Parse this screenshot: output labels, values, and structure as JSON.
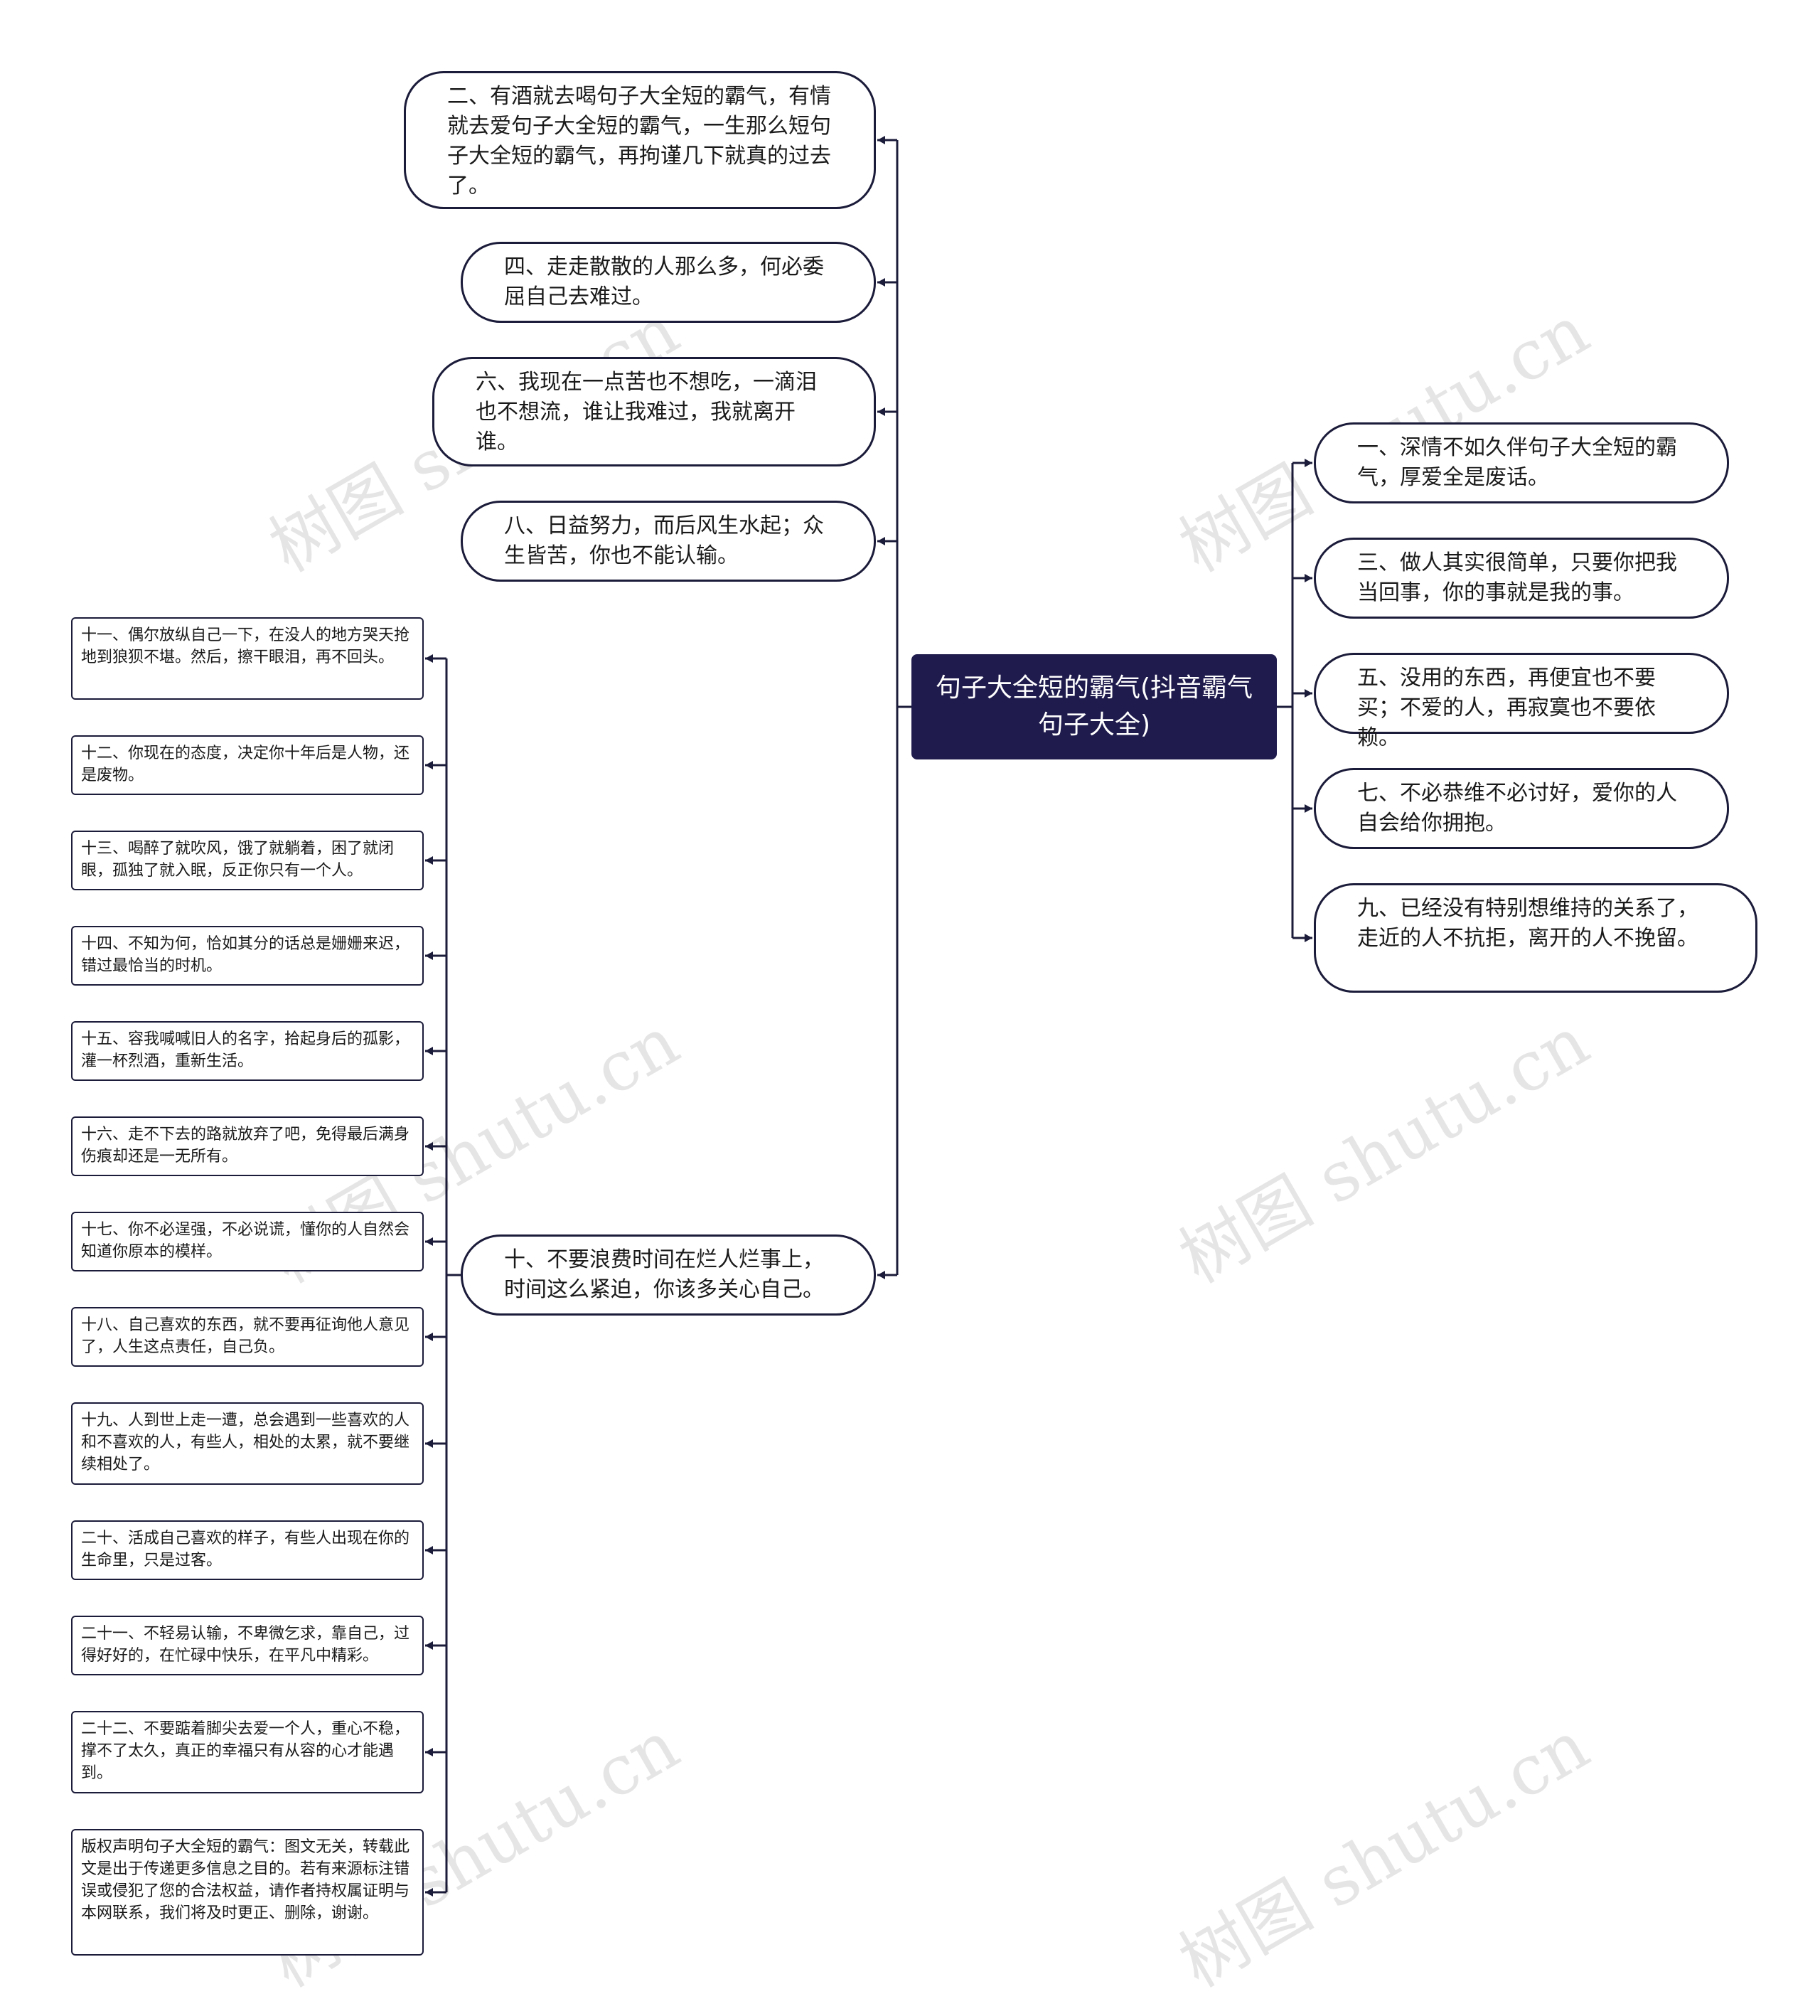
{
  "root": {
    "label": "句子大全短的霸气(抖音霸气句子大全)"
  },
  "watermark": "树图 shutu.cn",
  "colors": {
    "line": "#1b1b3a",
    "root_fill": "#1f1b4d",
    "root_text": "#ffffff"
  },
  "left_branches": [
    {
      "label": "二、有酒就去喝句子大全短的霸气，有情就去爱句子大全短的霸气，一生那么短句子大全短的霸气，再拘谨几下就真的过去了。"
    },
    {
      "label": "四、走走散散的人那么多，何必委屈自己去难过。"
    },
    {
      "label": "六、我现在一点苦也不想吃，一滴泪也不想流，谁让我难过，我就离开谁。"
    },
    {
      "label": "八、日益努力，而后风生水起；众生皆苦，你也不能认输。"
    },
    {
      "label": "十、不要浪费时间在烂人烂事上，时间这么紧迫，你该多关心自己。"
    }
  ],
  "right_branches": [
    {
      "label": "一、深情不如久伴句子大全短的霸气，厚爱全是废话。"
    },
    {
      "label": "三、做人其实很简单，只要你把我当回事，你的事就是我的事。"
    },
    {
      "label": "五、没用的东西，再便宜也不要买；不爱的人，再寂寞也不要依赖。"
    },
    {
      "label": "七、不必恭维不必讨好，爱你的人自会给你拥抱。"
    },
    {
      "label": "九、已经没有特别想维持的关系了，走近的人不抗拒，离开的人不挽留。"
    }
  ],
  "sub_branches": [
    {
      "label": "十一、偶尔放纵自己一下，在没人的地方哭天抢地到狼狈不堪。然后，擦干眼泪，再不回头。"
    },
    {
      "label": "十二、你现在的态度，决定你十年后是人物，还是废物。"
    },
    {
      "label": "十三、喝醉了就吹风，饿了就躺着，困了就闭眼，孤独了就入眠，反正你只有一个人。"
    },
    {
      "label": "十四、不知为何，恰如其分的话总是姗姗来迟，错过最恰当的时机。"
    },
    {
      "label": "十五、容我喊喊旧人的名字，拾起身后的孤影，灌一杯烈酒，重新生活。"
    },
    {
      "label": "十六、走不下去的路就放弃了吧，免得最后满身伤痕却还是一无所有。"
    },
    {
      "label": "十七、你不必逞强，不必说谎，懂你的人自然会知道你原本的模样。"
    },
    {
      "label": "十八、自己喜欢的东西，就不要再征询他人意见了，人生这点责任，自己负。"
    },
    {
      "label": "十九、人到世上走一遭，总会遇到一些喜欢的人和不喜欢的人，有些人，相处的太累，就不要继续相处了。"
    },
    {
      "label": "二十、活成自己喜欢的样子，有些人出现在你的生命里，只是过客。"
    },
    {
      "label": "二十一、不轻易认输，不卑微乞求，靠自己，过得好好的，在忙碌中快乐，在平凡中精彩。"
    },
    {
      "label": "二十二、不要踮着脚尖去爱一个人，重心不稳，撑不了太久，真正的幸福只有从容的心才能遇到。"
    },
    {
      "label": "版权声明句子大全短的霸气：图文无关，转载此文是出于传递更多信息之目的。若有来源标注错误或侵犯了您的合法权益，请作者持权属证明与本网联系，我们将及时更正、删除，谢谢。"
    }
  ]
}
